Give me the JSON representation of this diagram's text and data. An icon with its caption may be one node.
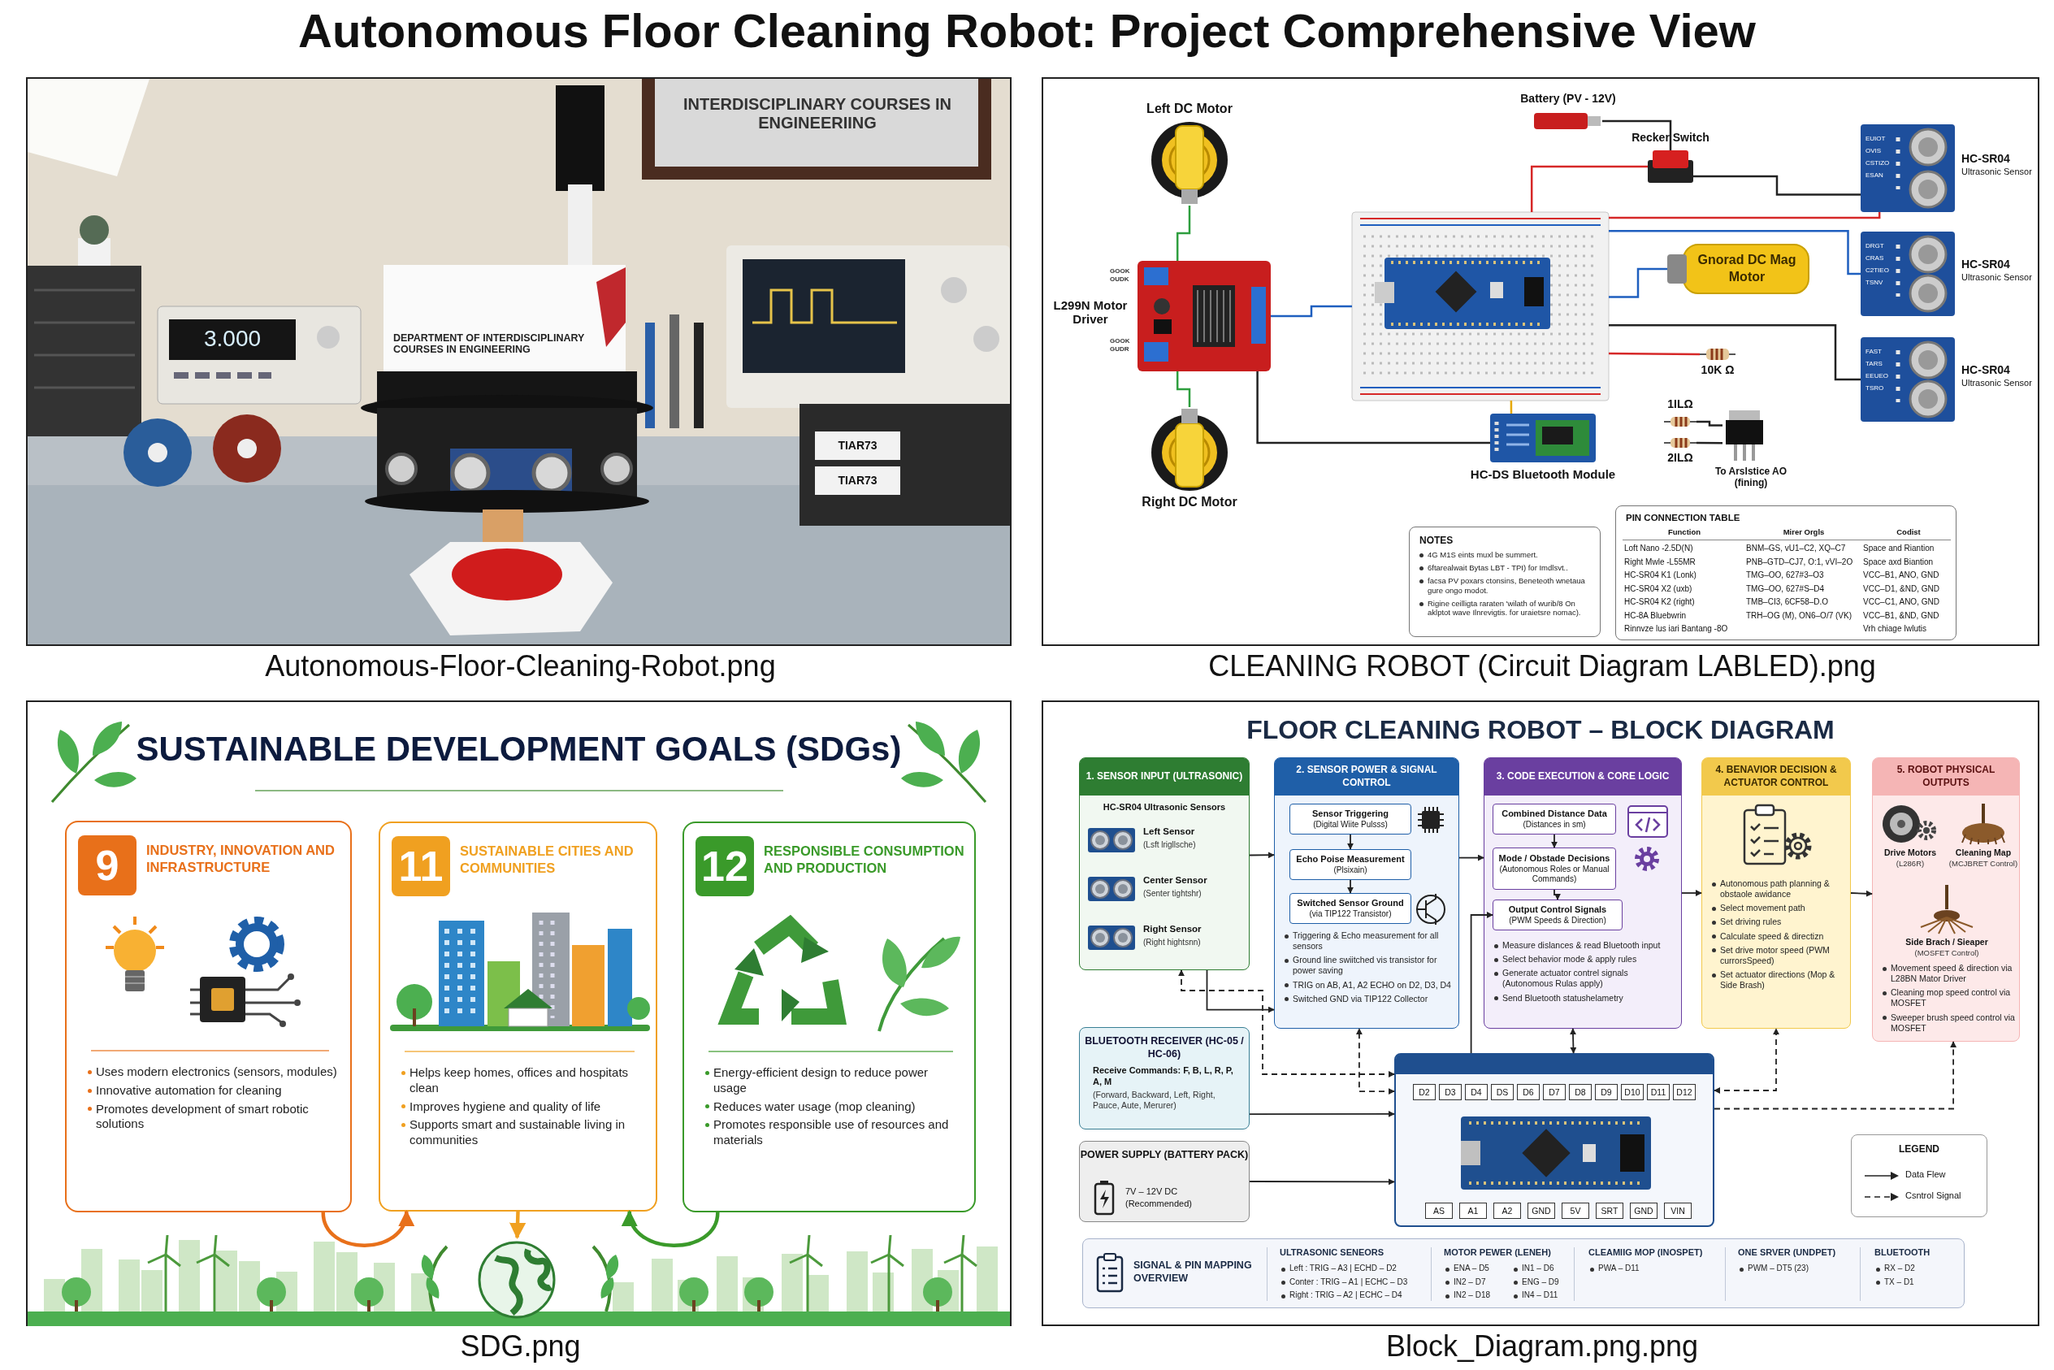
{
  "diagram": {
    "title": "Autonomous Floor Cleaning Robot: Project Comprehensive View",
    "nodes": [
      {
        "text": [
          "Autonomous-Floor-Cleaning-Robot.png"
        ]
      },
      {
        "text": [
          "CLEANING ROBOT (Circuit Diagram LABLED).png"
        ]
      },
      {
        "text": [
          "Left DC Motor"
        ],
        "in": 1
      },
      {
        "text": [
          "Battery (PV - 12V)"
        ],
        "in": 1
      },
      {
        "text": [
          "Recker Switch"
        ],
        "in": 1
      },
      {
        "text": [
          "EUIOT OVIS CSTIZO ESAN"
        ],
        "beside": [
          "HC-SR04",
          "Ultrasonic Sensor"
        ],
        "in": 1
      },
      {
        "text": [
          "L299N Motor Driver"
        ],
        "beside": [
          "GOOK OUDK",
          "GOOK GUDR"
        ],
        "in": 1
      },
      {
        "text": [],
        "shape": "box",
        "in": 1
      },
      {
        "text": [
          "Gnorad DC Mag Motor"
        ],
        "in": 1
      },
      {
        "text": [
          "DRGT CRAS C2TIEO TSNV"
        ],
        "beside": [
          "HC-SR04",
          "Ultrasonic Sensor"
        ],
        "in": 1
      },
      {
        "text": [
          "10K Ω"
        ],
        "in": 1
      },
      {
        "text": [
          "FAST TARS EEUEO TSRO"
        ],
        "beside": [
          "HC-SR04",
          "Ultrasonic Sensor"
        ],
        "in": 1
      },
      {
        "text": [
          "1ILΩ"
        ],
        "in": 1
      },
      {
        "text": [
          "2ILΩ"
        ],
        "in": 1
      },
      {
        "text": [],
        "shape": "box",
        "in": 1
      },
      {
        "text": [
          "HC-DS Bluetooth Module"
        ],
        "in": 1
      },
      {
        "text": [
          "Right DC Motor"
        ],
        "in": 1
      },
      {
        "text": [
          "NOTES",
          "4G M1S eints muxl be summert.",
          "6ftarealwait Bytas LBT - TPI) for Imdlsvt..",
          "facsa PV poxars ctonsins, Beneteoth wnetaua gure ongo modot.",
          "Rigine ceilligta raraten 'wilath of wurib/8 On aklptot wave Ilnrevigtis. for uraietsre nomac)."
        ],
        "in": 1
      },
      {
        "text": [
          "PIN CONNECTION TABLE",
          "Function",
          "Mirer Orgls",
          "Codist",
          "Loft Nano -2.5D(N)",
          "BNM–GS, vU1–C2, XQ–C7",
          "Space and Riantion",
          "Right Mwle -L55MR",
          "PNB–GTD–CJ7, O:1, vVI–2O",
          "Space axd Biantion",
          "HC-SR04 K1 (Lonk)",
          "TMG–OO, 627#3–O3",
          "VCC–B1, ANO, GND",
          "HC-SR04 X2 (uxb)",
          "TMG–OO, 627#S–D4",
          "VCC–D1, &ND, GND",
          "HC-SR04 K2 (right)",
          "TMB–CI3, 6CF58–D.O",
          "VCC–C1, ANO, GND",
          "HC-8A Bluebwrin",
          "TRH–OG (M), ON6–O/7 (VK)",
          "VCC–B1, &ND, GND",
          "Rinnvze lus iari Bantang -8O",
          "Vrh chiage Iwlutis"
        ],
        "in": 1
      },
      {
        "text": [
          "SUSTAINABLE DEVELOPMENT GOALS (SDGs)",
          "SDG.png"
        ]
      },
      {
        "text": [
          "9",
          "INDUSTRY, INNOVATION AND INFRASTRUCTURE",
          "Uses modern electronics (sensors, modules)",
          "Innovative automation for cleaning",
          "Promotes development of smart robotic solutions"
        ],
        "in": 19
      },
      {
        "text": [
          "11",
          "SUSTAINABLE CITIES AND COMMUNITIES",
          "Helps keep homes, offices and hospitats clean",
          "Improves hygiene and quality of life",
          "Supports smart and sustainable living in communities"
        ],
        "in": 19
      },
      {
        "text": [
          "12",
          "RESPONSIBLE CONSUMPTION AND PRODUCTION",
          "Energy-efficient design to reduce power usage",
          "Reduces water usage (mop cleaning)",
          "Promotes responsible use of resources and materials"
        ],
        "in": 19
      },
      {
        "text": [],
        "shape": "picture",
        "in": 19
      },
      {
        "text": [
          "FLOOR CLEANING ROBOT – BLOCK DIAGRAM",
          "Block_Diagram.png.png"
        ]
      },
      {
        "text": [
          "1. SENSOR INPUT (ULTRASONIC)",
          "HC-SR04 Ultrasonic Sensors"
        ],
        "in": 24
      },
      {
        "text": [
          "Left Sensor",
          "(Lsft lrigllsche)"
        ],
        "in": 25
      },
      {
        "text": [
          "Center Sensor",
          "(Senter tightshr)"
        ],
        "in": 25
      },
      {
        "text": [
          "Right Sensor",
          "(Right hightsnn)"
        ],
        "in": 25
      },
      {
        "text": [
          "2. SENSOR POWER & SIGNAL CONTROL",
          "Triggering & Echo measurement for all sensors",
          "Ground line swiitched vis transistor for power saving",
          "TRIG on AB, A1, A2 ECHO on D2, D3, D4",
          "Switched GND via TIP122 Collector"
        ],
        "in": 24
      },
      {
        "text": [
          "Sensor Triggering",
          "(Digital Wiite Pulsss)"
        ],
        "in": 29
      },
      {
        "text": [
          "Echo Poise Measurement",
          "(Plsixain)"
        ],
        "in": 29
      },
      {
        "text": [
          "Switched Sensor Ground",
          "(via TIP122 Transistor)"
        ],
        "in": 29
      },
      {
        "text": [
          "3. CODE EXECUTION & CORE LOGIC",
          "Measure dislances & read Bluetooth input",
          "Select behavior mode & apply rules",
          "Generate actuator contrel signals (Autonomous Rulas apply)",
          "Send Bluetooth statushelametry"
        ],
        "in": 24
      },
      {
        "text": [
          "Combined Distance Data",
          "(Distances in sm)"
        ],
        "in": 33
      },
      {
        "text": [
          "Mode / Obstade Decisions",
          "(Autonomous Roles or Manual Commands)"
        ],
        "in": 33
      },
      {
        "text": [
          "Output Control Signals",
          "(PWM Speeds & Direction)"
        ],
        "in": 33
      },
      {
        "text": [
          "4. BENAVIOR DECISION & ACTUATOR CONTROL",
          "Autonomous path planning & obstaole awidance",
          "Select movement path",
          "Set driving rules",
          "Calculate speed & directizn",
          "Set drive motor speed (PWM currorsSpeed)",
          "Set actuator directions (Mop & Side Brash)"
        ],
        "in": 24
      },
      {
        "text": [
          "5. ROBOT PHYSICAL OUTPUTS",
          "Movement speed & direction via L28BN Mator Driver",
          "Cleaning mop speed control via MOSFET",
          "Sweeper brush speed control via MOSFET"
        ],
        "in": 24
      },
      {
        "text": [
          "Drive Motors",
          "(L286R)"
        ],
        "in": 38
      },
      {
        "text": [
          "Cleaning Map",
          "(MCJBRET Control)"
        ],
        "in": 38
      },
      {
        "text": [
          "Side Brach / Sieaper",
          "(MOSFET Control)"
        ],
        "in": 38
      },
      {
        "text": [
          "BLUETOOTH RECEIVER (HC-05 / HC-06)",
          "Receive Commands: F, B, L, R, P, A, M",
          "(Forward, Backward, Left, Right, Pauce, Aute, Merurer)"
        ],
        "in": 24
      },
      {
        "text": [
          "POWER SUPPLY (BATTERY PACK)",
          "7V – 12V DC (Recommended)"
        ],
        "in": 24
      },
      {
        "text": [
          "D2",
          "D3",
          "D4",
          "DS",
          "D6",
          "D7",
          "D8",
          "D9",
          "D10",
          "D11",
          "D12",
          "AS",
          "A1",
          "A2",
          "GND",
          "5V",
          "SRT",
          "GND",
          "VIN"
        ],
        "in": 24
      },
      {
        "text": [
          "SIGNAL & PIN MAPPING OVERVIEW",
          "ULTRASONIC SENEORS",
          "Left : TRIG – A3 | ECHD – D2",
          "Conter : TRIG – A1 | ECHC – D3",
          "Right : TRIG – A2 | ECHC – D4",
          "MOTOR PEWER (LENEH)",
          "ENA – D5",
          "IN1 – D6",
          "IN2 – D7",
          "ENG – D9",
          "IN2 – D18",
          "IN4 – D11",
          "CLEAMIIG MOP (INOSPET)",
          "PWA – D11",
          "ONE SRVER (UNDPET)",
          "PWM – DT5 (23)",
          "BLUETOOTH",
          "RX – D2",
          "TX – D1"
        ],
        "in": 24
      }
    ],
    "edges": [
      {
        "from": 2,
        "to": 6,
        "arrow": "none",
        "color": "#2e9e3e"
      },
      {
        "from": 16,
        "to": 6,
        "arrow": "none",
        "color": "#2e9e3e"
      },
      {
        "from": 3,
        "to": 4,
        "arrow": "none"
      },
      {
        "from": 4,
        "to": 7,
        "arrow": "none",
        "color": "#d62828"
      },
      {
        "from": 4,
        "to": 5,
        "arrow": "none"
      },
      {
        "from": 6,
        "to": 7,
        "arrow": "none",
        "color": "#1f5fbf"
      },
      {
        "from": 7,
        "to": 8,
        "arrow": "none",
        "color": "#1f5fbf"
      },
      {
        "from": 7,
        "to": 5,
        "arrow": "none",
        "color": "#d62828"
      },
      {
        "from": 7,
        "to": 9,
        "arrow": "none",
        "color": "#1f5fbf"
      },
      {
        "from": 7,
        "to": 11,
        "arrow": "none"
      },
      {
        "from": 7,
        "to": 15,
        "arrow": "none",
        "color": "#e6a800"
      },
      {
        "from": 6,
        "to": 15,
        "arrow": "none"
      },
      {
        "from": 7,
        "to": 10,
        "arrow": "none",
        "color": "#d62828"
      },
      {
        "from": 12,
        "to": 14,
        "arrow": "none"
      },
      {
        "from": 13,
        "to": 14,
        "arrow": "none"
      },
      {
        "from": 20,
        "to": 21,
        "arrow": "to",
        "color": "#e8701a"
      },
      {
        "from": 22,
        "to": 21,
        "arrow": "to",
        "color": "#3a9a2a"
      },
      {
        "from": 21,
        "to": 23,
        "arrow": "to",
        "color": "#f0a020"
      },
      {
        "from": 25,
        "to": 29,
        "arrow": "to"
      },
      {
        "from": 25,
        "to": 29,
        "arrow": "to"
      },
      {
        "from": 30,
        "to": 31,
        "arrow": "to"
      },
      {
        "from": 31,
        "to": 32,
        "arrow": "to"
      },
      {
        "from": 29,
        "to": 33,
        "arrow": "to"
      },
      {
        "from": 34,
        "to": 35,
        "arrow": "to"
      },
      {
        "from": 35,
        "to": 36,
        "arrow": "to"
      },
      {
        "from": 33,
        "to": 37,
        "arrow": "to"
      },
      {
        "from": 37,
        "to": 38,
        "arrow": "to"
      },
      {
        "from": 42,
        "to": 44,
        "arrow": "to"
      },
      {
        "from": 43,
        "to": 44,
        "arrow": "to"
      },
      {
        "from": 44,
        "to": 33,
        "arrow": "both"
      },
      {
        "from": 44,
        "to": 36,
        "arrow": "to"
      },
      {
        "from": 44,
        "to": 25,
        "arrow": "both",
        "style": "dashed"
      },
      {
        "from": 44,
        "to": 29,
        "arrow": "both",
        "style": "dashed"
      },
      {
        "from": 44,
        "to": 37,
        "arrow": "both",
        "style": "dashed"
      },
      {
        "from": 44,
        "to": 38,
        "arrow": "to",
        "style": "dashed"
      }
    ],
    "labels": [
      "INTERDISCIPLINARY COURSES IN ENGINEERIING",
      "3.000",
      "DEPARTMENT OF INTERDISCIPLINARY COURSES IN ENGINEERING",
      "TIAR73",
      "TIAR73",
      "To Arslstice AO (fining)",
      "LEGEND"
    ],
    "legend": [
      {
        "text": "Data Flew"
      },
      {
        "text": "Csntrol Signal"
      }
    ]
  }
}
